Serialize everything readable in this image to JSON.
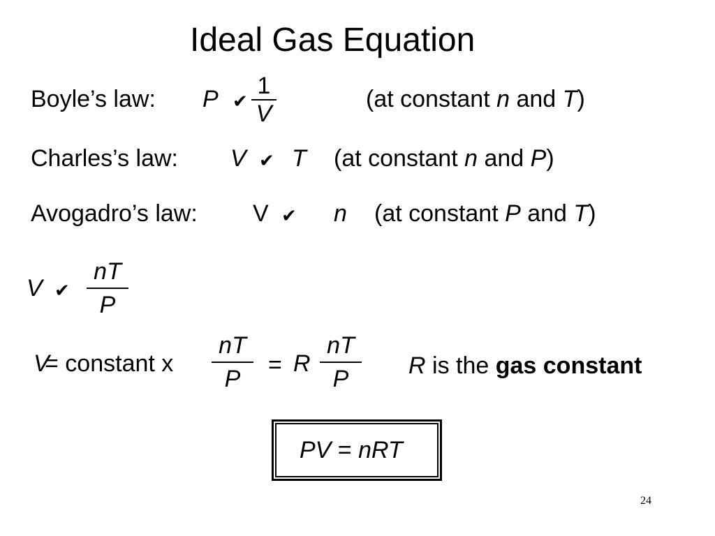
{
  "title": "Ideal Gas Equation",
  "boyle": {
    "label": "Boyle’s law:",
    "lhs": "P",
    "proportional_symbol": "✔",
    "frac_num": "1",
    "frac_den": "V",
    "cond_prefix": "(at constant ",
    "cond_var1": "n",
    "cond_mid": " and ",
    "cond_var2": "T",
    "cond_suffix": ")"
  },
  "charles": {
    "label": "Charles’s law:",
    "lhs": "V",
    "proportional_symbol": "✔",
    "rhs": "T",
    "cond_prefix": "(at constant ",
    "cond_var1": "n",
    "cond_mid": " and ",
    "cond_var2": "P",
    "cond_suffix": ")"
  },
  "avogadro": {
    "label": "Avogadro’s law:",
    "lhs": "V",
    "proportional_symbol": "✔",
    "rhs": "n",
    "cond_prefix": "(at constant ",
    "cond_var1": "P",
    "cond_mid": " and ",
    "cond_var2": "T",
    "cond_suffix": ")"
  },
  "combined": {
    "lhs": "V",
    "proportional_symbol": "✔",
    "frac_num": "nT",
    "frac_den": "P"
  },
  "constant_eq": {
    "lhs": "V",
    "equals_constant_x": " = constant x",
    "frac1_num": "nT",
    "frac1_den": "P",
    "equals": "=",
    "r": "R",
    "frac2_num": "nT",
    "frac2_den": "P"
  },
  "r_note": {
    "r": "R",
    "text": " is the ",
    "bold": "gas constant"
  },
  "ideal_gas_law": {
    "lhs": "PV",
    "equals": " = ",
    "rhs": "nRT"
  },
  "page_number": "24"
}
